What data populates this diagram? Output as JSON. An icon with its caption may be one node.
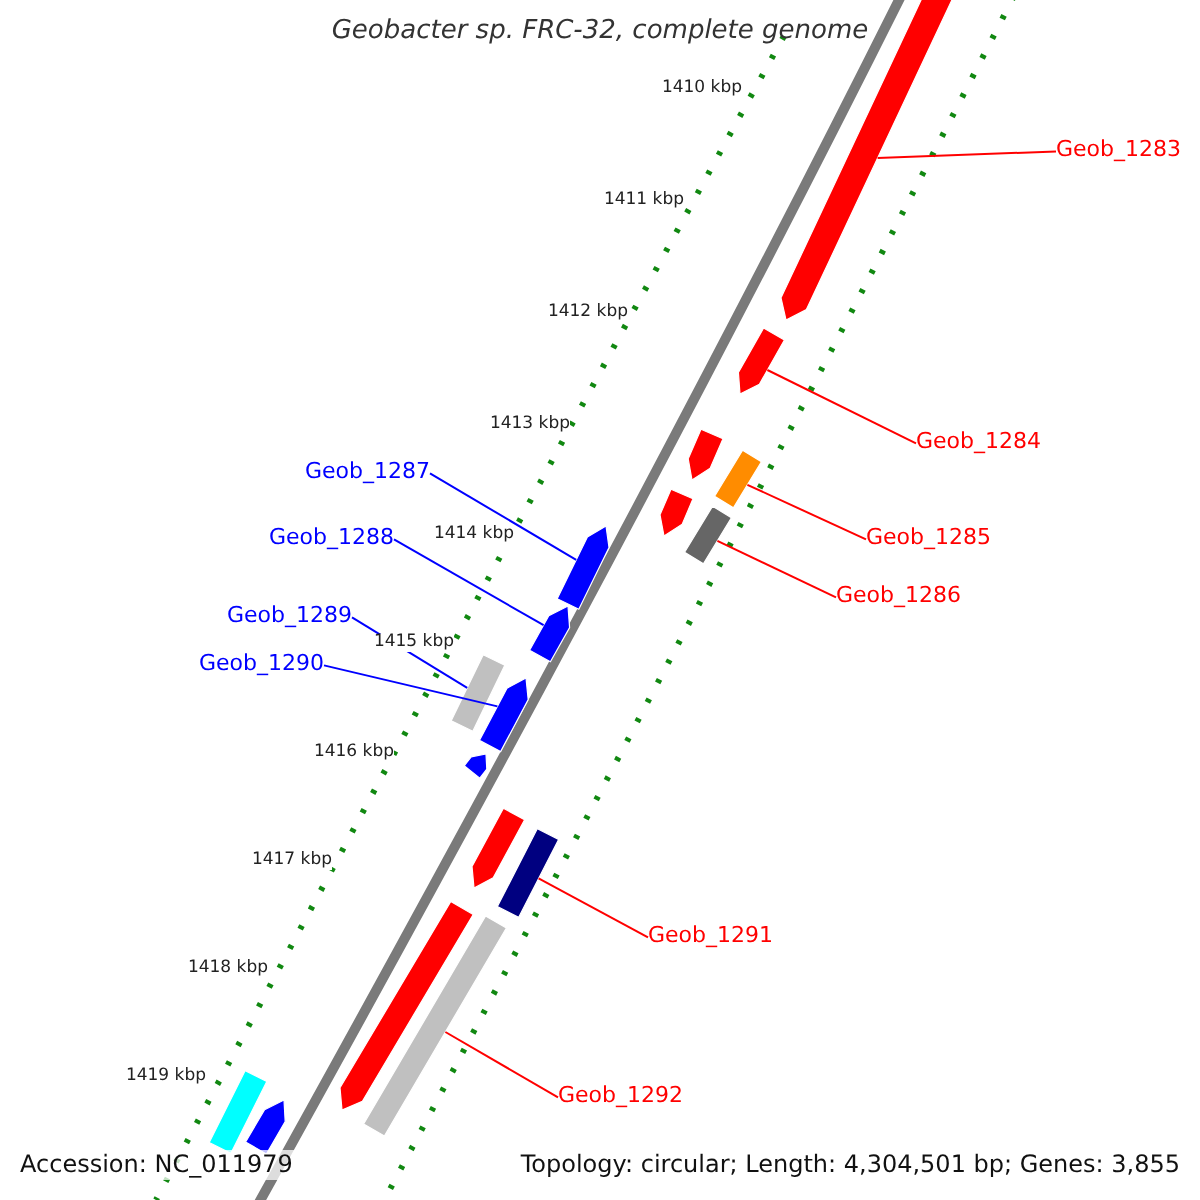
{
  "diagram": {
    "title": "Geobacter sp. FRC-32, complete genome",
    "nodes": [
      {
        "text": [
          "Geob_1283"
        ]
      },
      {
        "text": [],
        "shape": "arrow"
      },
      {
        "text": [
          "Geob_1284"
        ]
      },
      {
        "text": [],
        "shape": "arrow"
      },
      {
        "text": [
          "Geob_1285"
        ]
      },
      {
        "text": [],
        "shape": "bar"
      },
      {
        "text": [
          "Geob_1286"
        ]
      },
      {
        "text": [],
        "shape": "bar"
      },
      {
        "text": [
          "Geob_1287"
        ]
      },
      {
        "text": [],
        "shape": "arrow"
      },
      {
        "text": [
          "Geob_1288"
        ]
      },
      {
        "text": [],
        "shape": "arrow"
      },
      {
        "text": [
          "Geob_1289"
        ]
      },
      {
        "text": [],
        "shape": "bar"
      },
      {
        "text": [
          "Geob_1290"
        ]
      },
      {
        "text": [],
        "shape": "arrow"
      },
      {
        "text": [
          "Geob_1291"
        ]
      },
      {
        "text": [],
        "shape": "bar"
      },
      {
        "text": [
          "Geob_1292"
        ]
      },
      {
        "text": [],
        "shape": "bar"
      },
      {
        "text": [],
        "shape": "arrow"
      },
      {
        "text": [],
        "shape": "arrow"
      },
      {
        "text": [],
        "shape": "arrow"
      },
      {
        "text": [],
        "shape": "arrow"
      },
      {
        "text": [],
        "shape": "arrow"
      },
      {
        "text": [],
        "shape": "bar"
      },
      {
        "text": [],
        "shape": "arrow"
      }
    ],
    "edges": [
      {
        "from": 0,
        "to": 1,
        "arrow": "none"
      },
      {
        "from": 2,
        "to": 3,
        "arrow": "none"
      },
      {
        "from": 4,
        "to": 5,
        "arrow": "none"
      },
      {
        "from": 6,
        "to": 7,
        "arrow": "none"
      },
      {
        "from": 8,
        "to": 9,
        "arrow": "none",
        "color": "#0000ff"
      },
      {
        "from": 10,
        "to": 11,
        "arrow": "none",
        "color": "#0000ff"
      },
      {
        "from": 12,
        "to": 13,
        "arrow": "none",
        "color": "#0000ff"
      },
      {
        "from": 14,
        "to": 15,
        "arrow": "none",
        "color": "#0000ff"
      },
      {
        "from": 16,
        "to": 17,
        "arrow": "none"
      },
      {
        "from": 18,
        "to": 19,
        "arrow": "none"
      }
    ],
    "labels": [
      "1410 kbp",
      "1411 kbp",
      "1412 kbp",
      "1413 kbp",
      "1414 kbp",
      "1415 kbp",
      "1416 kbp",
      "1417 kbp",
      "1418 kbp",
      "1419 kbp",
      "Accession: NC_011979",
      "Topology: circular; Length: 4,304,501 bp; Genes: 3,855"
    ]
  }
}
